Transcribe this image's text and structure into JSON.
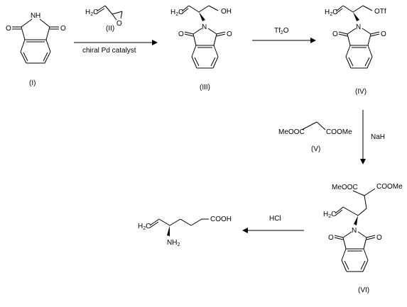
{
  "compounds": {
    "I": {
      "label": "(I)"
    },
    "II": {
      "label": "(II)",
      "h2c": "H",
      "h2c_sub": "2",
      "h2c_c": "C",
      "o": "O"
    },
    "III": {
      "label": "(III)",
      "h2c": "H",
      "h2c_sub": "2",
      "h2c_c": "C",
      "oh": "OH"
    },
    "IV": {
      "label": "(IV)",
      "h2c": "H",
      "h2c_sub": "2",
      "h2c_c": "C",
      "otf": "OTf"
    },
    "V": {
      "label": "(V)",
      "left": "MeOOC",
      "right": "COOMe"
    },
    "VI": {
      "label": "(VI)",
      "left": "MeOOC",
      "right": "COOMe",
      "h2c": "H",
      "h2c_sub": "2",
      "h2c_c": "C"
    },
    "product": {
      "h2c": "H",
      "h2c_sub": "2",
      "h2c_c": "C",
      "cooh": "COOH",
      "nh2": "NH",
      "nh2_sub": "2"
    }
  },
  "atoms": {
    "o": "O",
    "n": "N",
    "nh": "N",
    "h": "H"
  },
  "reagents": {
    "step1": "chiral Pd catalyst",
    "step2_main": "Tf",
    "step2_sub": "2",
    "step2_tail": "O",
    "step3": "NaH",
    "step4": "HCl"
  }
}
